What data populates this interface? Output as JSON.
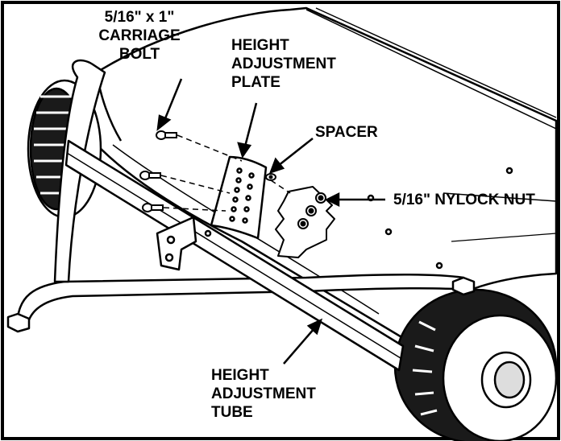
{
  "labels": {
    "carriage_bolt": {
      "line1": "5/16\" x 1\"",
      "line2": "CARRIAGE",
      "line3": "BOLT"
    },
    "plate": {
      "line1": "HEIGHT",
      "line2": "ADJUSTMENT",
      "line3": "PLATE"
    },
    "spacer": "SPACER",
    "nut": "5/16\" NYLOCK NUT",
    "tube": {
      "line1": "HEIGHT",
      "line2": "ADJUSTMENT",
      "line3": "TUBE"
    }
  },
  "colors": {
    "ink": "#000000",
    "paper": "#ffffff"
  },
  "icons": [
    "wheel-left",
    "wheel-right",
    "carriage-bolt",
    "nylock-nut",
    "spacer-washer"
  ]
}
